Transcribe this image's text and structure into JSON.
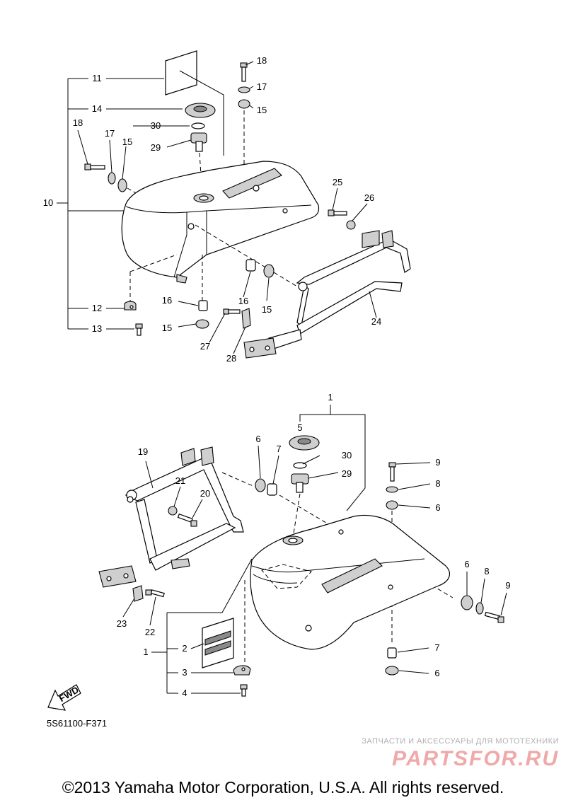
{
  "diagram": {
    "code": "5S61100-F371",
    "fwd_label": "FWD",
    "callouts_upper": [
      "11",
      "14",
      "30",
      "29",
      "18",
      "17",
      "15",
      "10",
      "12",
      "13",
      "16",
      "15",
      "27",
      "28",
      "18",
      "17",
      "15",
      "25",
      "26",
      "24",
      "16",
      "15"
    ],
    "callouts_lower": [
      "1",
      "5",
      "30",
      "29",
      "6",
      "7",
      "19",
      "21",
      "20",
      "9",
      "8",
      "6",
      "23",
      "22",
      "1",
      "2",
      "3",
      "4",
      "6",
      "8",
      "9",
      "7",
      "6"
    ]
  },
  "watermark": {
    "caption": "ЗАПЧАСТИ И АКСЕССУАРЫ ДЛЯ МОТОТЕХНИКИ",
    "logo": "PARTSFOR.RU"
  },
  "copyright": "©2013 Yamaha Motor Corporation, U.S.A. All rights reserved."
}
